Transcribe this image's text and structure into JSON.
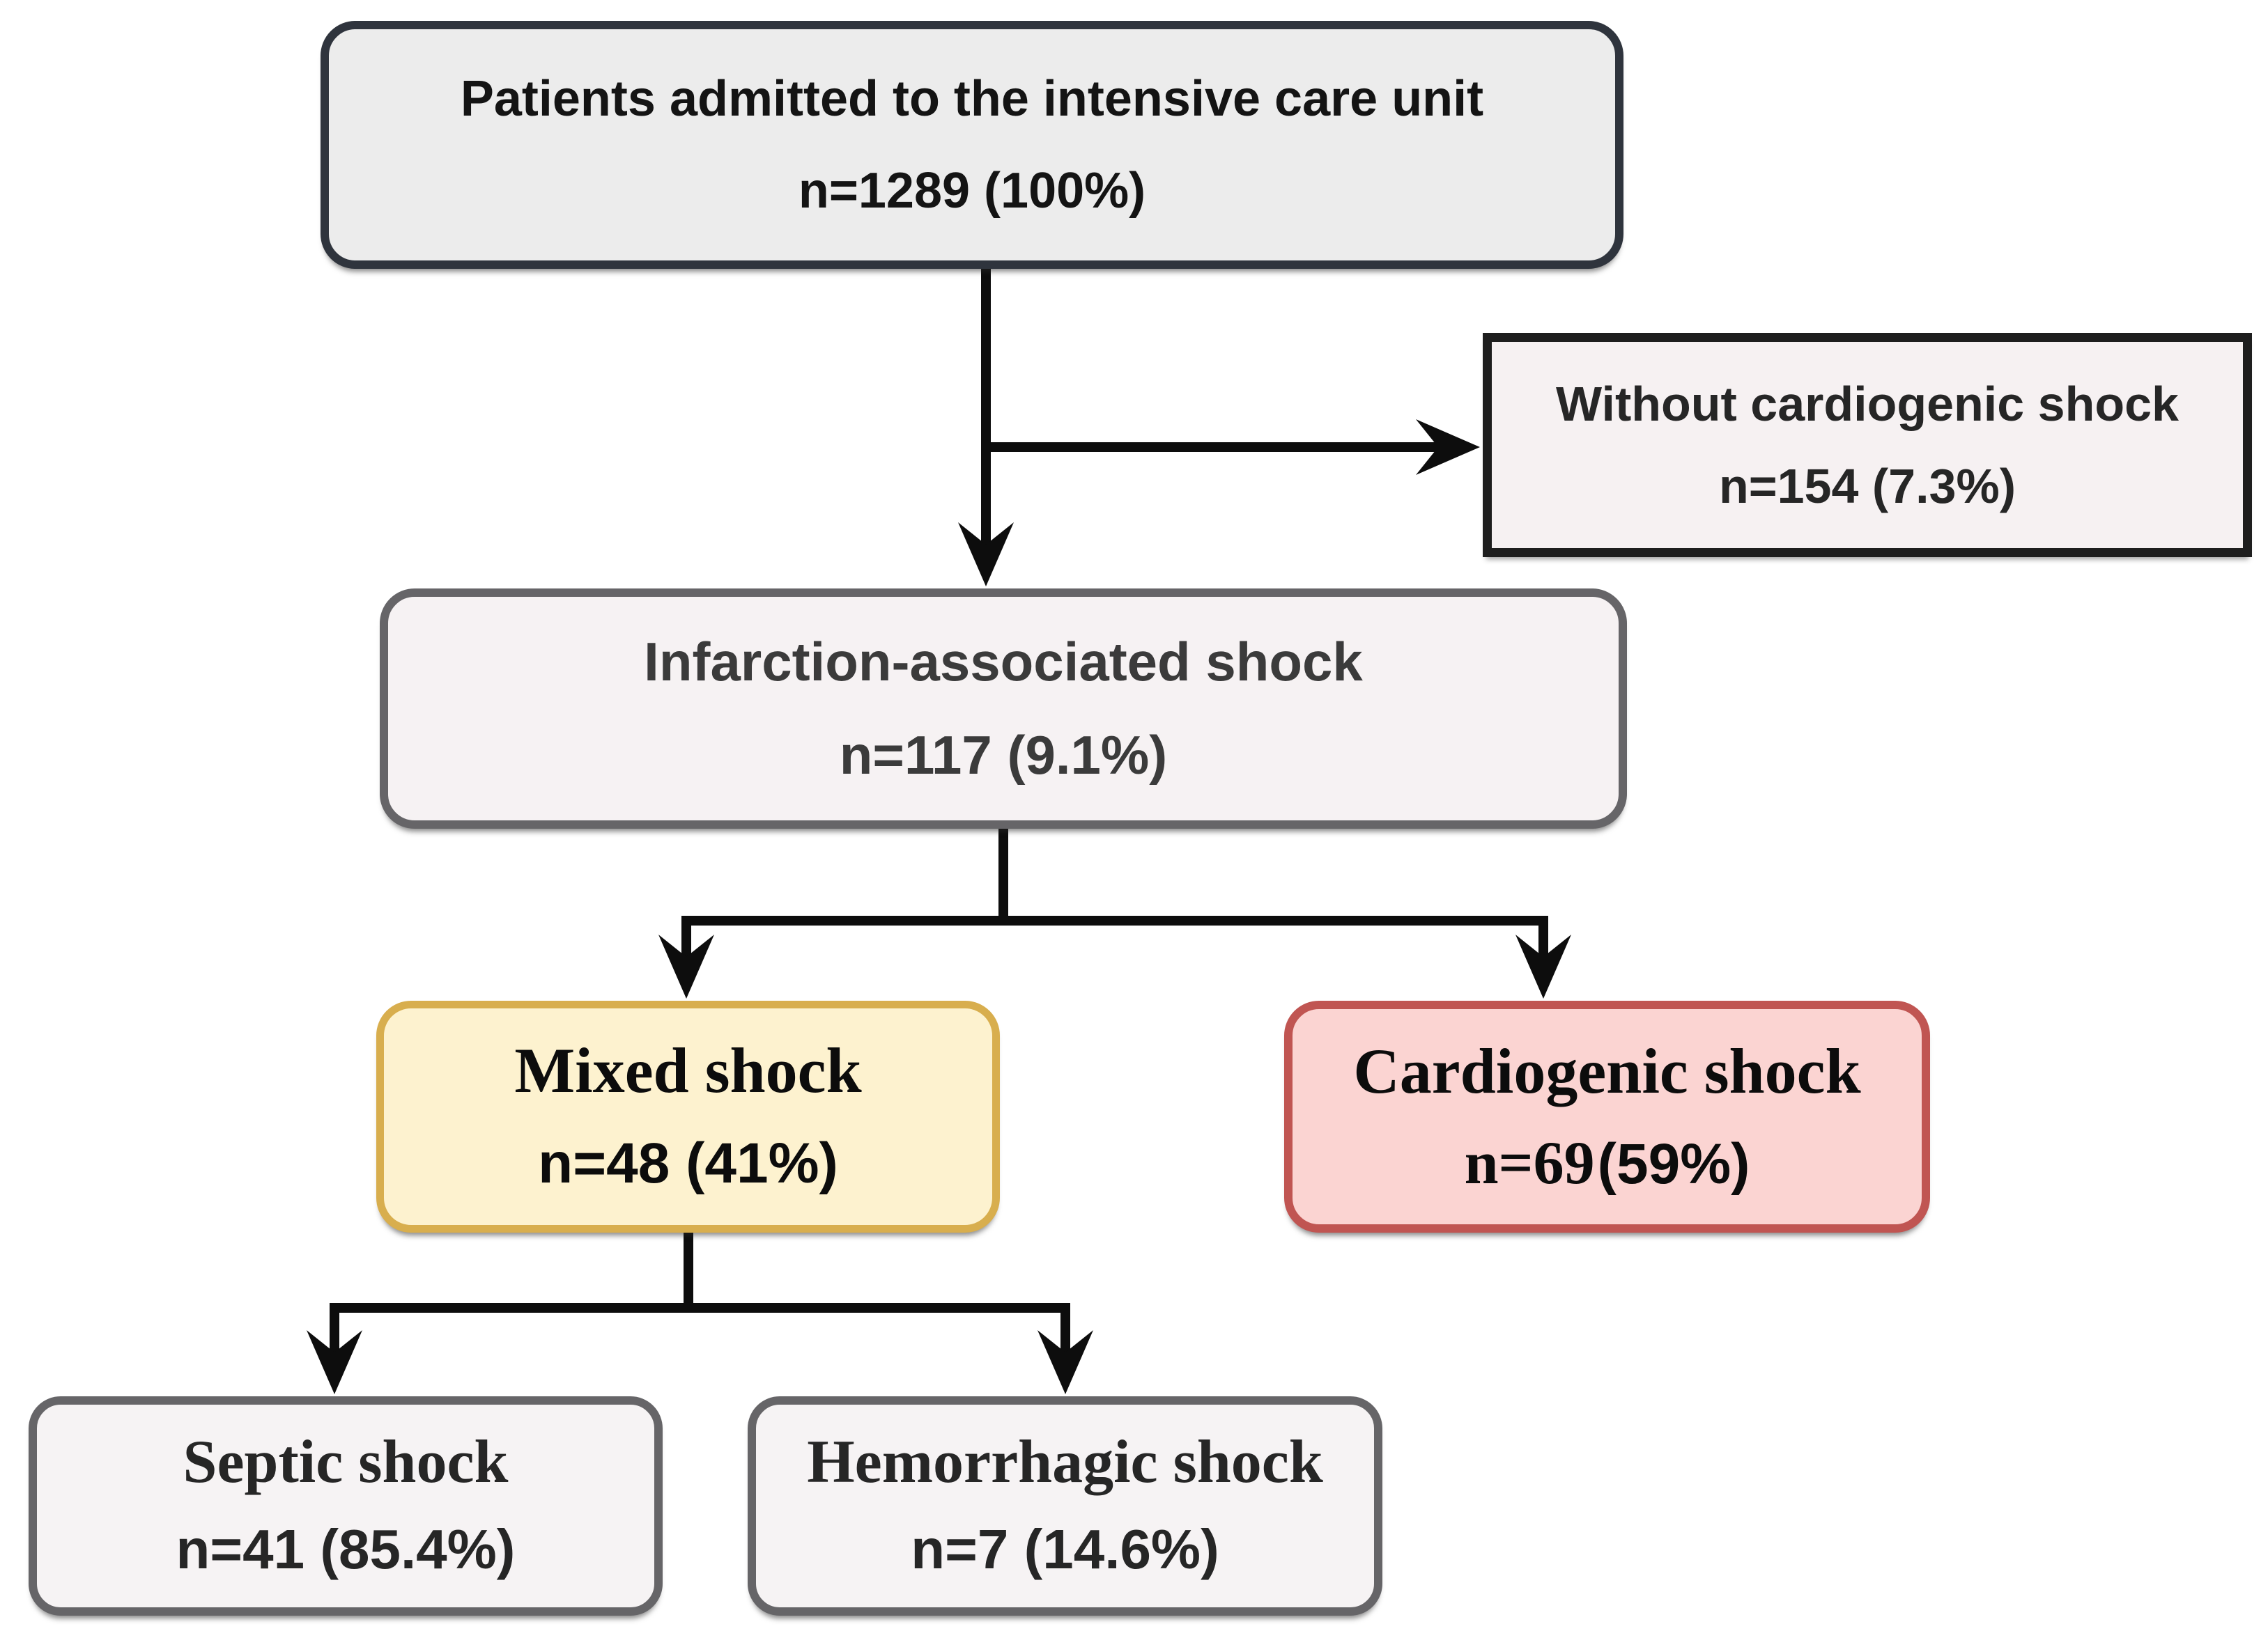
{
  "figure": {
    "background": "#ffffff",
    "arrow_color": "#0d0d0d"
  },
  "nodes": {
    "icu": {
      "title": "Patients admitted to the intensive care unit",
      "count": "n=1289 (100%)",
      "fill": "#ececec",
      "border_color": "#2f343d",
      "text_color": "#141414"
    },
    "without_shock": {
      "title": "Without cardiogenic shock",
      "count": "n=154 (7.3%)",
      "fill": "#f6f1f2",
      "border_color": "#1e1e1e",
      "text_color": "#262626"
    },
    "infarction": {
      "title": "Infarction-associated shock",
      "count": "n=117 (9.1%)",
      "fill": "#f6f2f3",
      "border_color": "#666568",
      "text_color": "#3b3b3b"
    },
    "mixed": {
      "title": "Mixed shock",
      "count": "n=48 (41%)",
      "fill": "#fdf2cf",
      "border_color": "#d8ae4e",
      "text_color": "#0c0c0c"
    },
    "cardiogenic": {
      "title": "Cardiogenic shock",
      "count_serif": "n=69",
      "count_sans": "(59%)",
      "fill": "#fbd4d2",
      "border_color": "#c05552",
      "text_color": "#0c0c0c"
    },
    "septic": {
      "title": "Septic shock",
      "count": "n=41 (85.4%)",
      "fill": "#f6f3f4",
      "border_color": "#666568",
      "text_color": "#262626"
    },
    "hemorrhagic": {
      "title": "Hemorrhagic shock",
      "count": "n=7 (14.6%)",
      "fill": "#f6f3f4",
      "border_color": "#666568",
      "text_color": "#262626"
    }
  }
}
